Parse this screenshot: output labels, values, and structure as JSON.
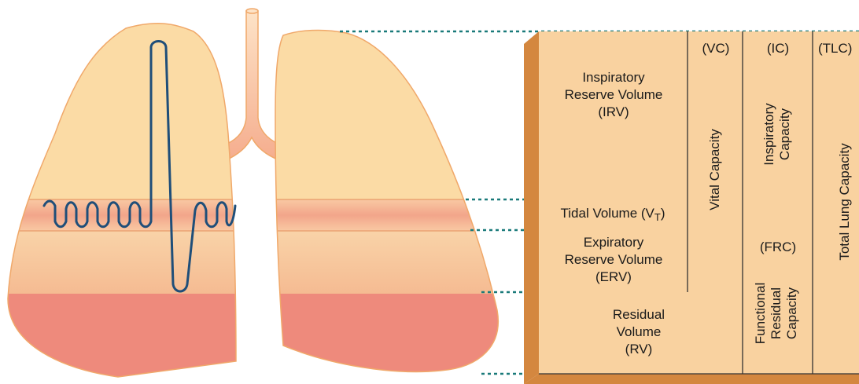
{
  "colors": {
    "lung_light": "#fbdba5",
    "lung_tidal": "#f6b38f",
    "lung_erv": "#f7c9a0",
    "lung_residual": "#ee8a7c",
    "outline": "#f0a86a",
    "trachea": "#f6c3a1",
    "trace": "#1f4e79",
    "guide": "#1a7a7a",
    "table_fill": "#f9d2a0",
    "table_side": "#d4873f",
    "table_line": "#333333"
  },
  "volumes": {
    "irv": {
      "line1": "Inspiratory",
      "line2": "Reserve Volume",
      "line3": "(IRV)"
    },
    "tidal": {
      "text": "Tidal Volume (V",
      "sub": "T",
      "close": ")"
    },
    "erv": {
      "line1": "Expiratory",
      "line2": "Reserve Volume",
      "line3": "(ERV)"
    },
    "rv": {
      "line1": "Residual",
      "line2": "Volume",
      "line3": "(RV)"
    }
  },
  "capacities": {
    "vc": {
      "abbr": "(VC)",
      "name": "Vital Capacity"
    },
    "ic": {
      "abbr": "(IC)",
      "name_line1": "Inspiratory",
      "name_line2": "Capacity"
    },
    "frc": {
      "abbr": "(FRC)",
      "name_line1": "Functional",
      "name_line2": "Residual",
      "name_line3": "Capacity"
    },
    "tlc": {
      "abbr": "(TLC)",
      "name": "Total Lung Capacity"
    }
  }
}
